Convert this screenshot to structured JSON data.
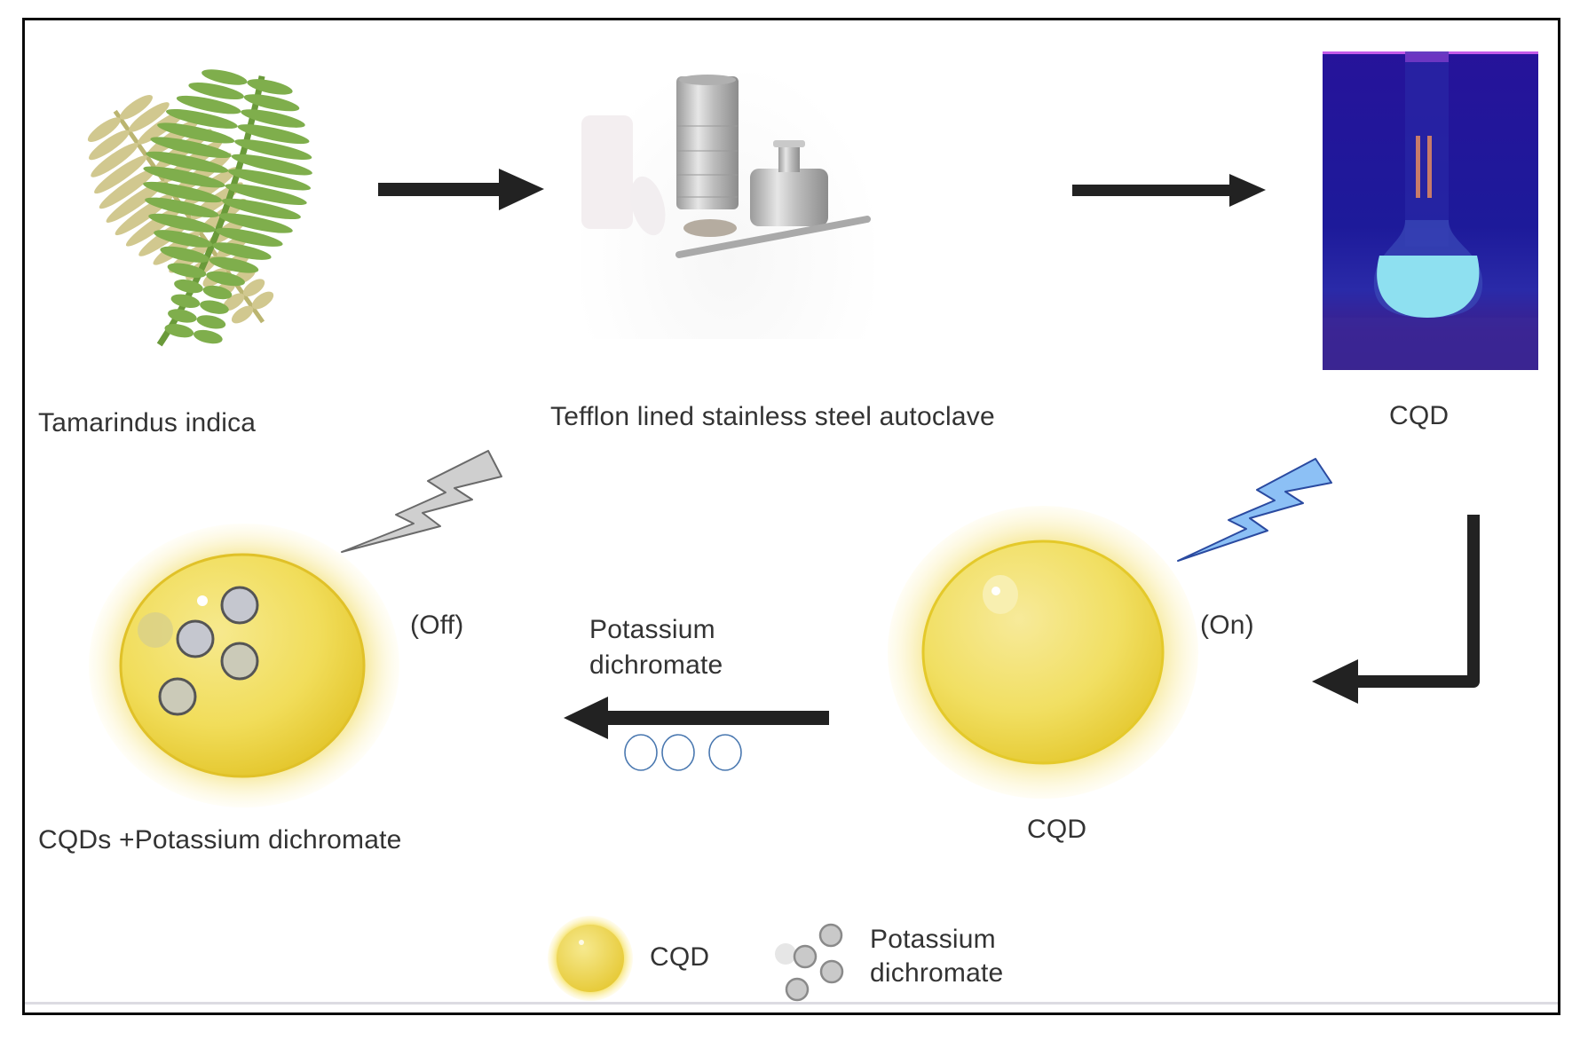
{
  "figure": {
    "title": "Synthesis and sensing scheme of carbon quantum dots (CQDs) from Tamarindus indica for potassium dichromate detection",
    "steps": {
      "source": {
        "label": "Tamarindus indica",
        "icon": "fern-leaf-icon"
      },
      "reactor": {
        "label": "Tefflon lined stainless steel autoclave",
        "icon": "autoclave-icon"
      },
      "product": {
        "label": "CQD",
        "icon": "fluorescent-flask-photo"
      }
    },
    "sensing": {
      "on_state": {
        "label": "CQD",
        "state": "(On)",
        "icon": "cqd-sphere-icon",
        "emission_color": "#8cc0f5"
      },
      "off_state": {
        "label": "CQDs +Potassium dichromate",
        "state": "(Off)",
        "icon": "quenched-cqd-sphere-icon",
        "emission_color": "#cfcfcf"
      },
      "reagent_arrow": {
        "line1": "Potassium",
        "line2": "dichromate"
      }
    },
    "legend": {
      "items": [
        {
          "label": "CQD",
          "icon": "cqd-sphere-icon"
        },
        {
          "line1": "Potassium",
          "line2": "dichromate",
          "icon": "dichromate-particles-icon"
        }
      ]
    },
    "colors": {
      "cqd_yellow": "#f0d84a",
      "glow": "#fbf3c2",
      "arrow": "#222222",
      "bolt_on": "#8cc0f5",
      "bolt_off": "#cfcfcf",
      "reagent_ring": "#4a78b0"
    }
  }
}
